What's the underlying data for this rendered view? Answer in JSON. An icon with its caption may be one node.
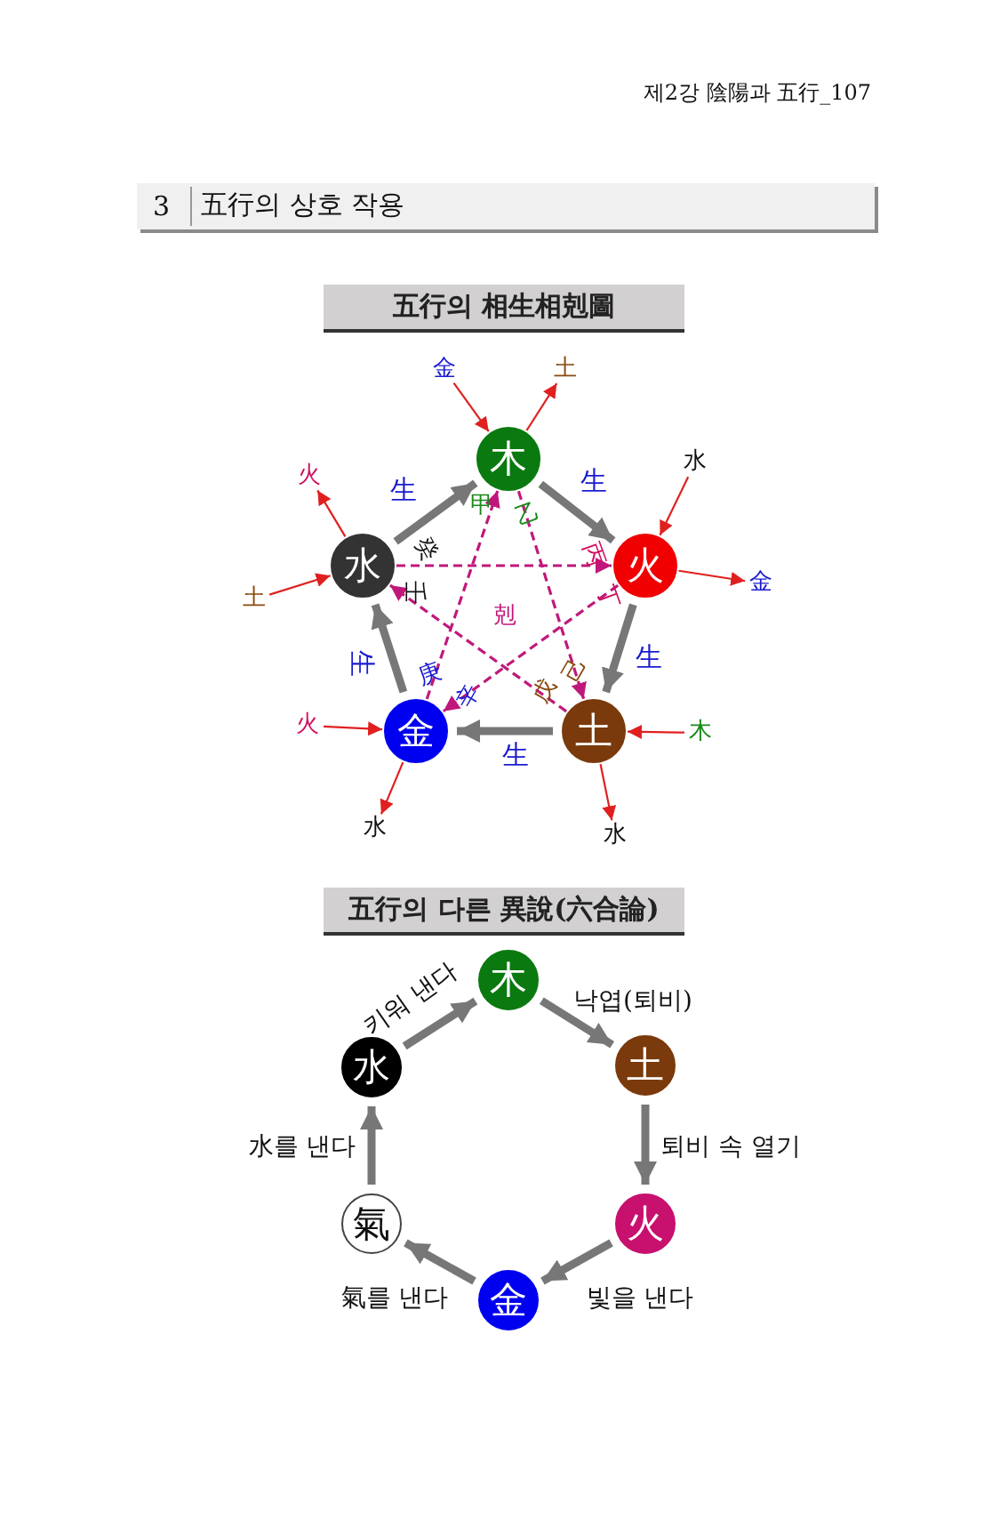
{
  "diagram": {
    "nodes": [
      {
        "text": [
          "木"
        ]
      },
      {
        "text": [
          "火"
        ]
      },
      {
        "text": [
          "土"
        ]
      },
      {
        "text": [
          "金"
        ]
      },
      {
        "text": [
          "水"
        ]
      },
      {
        "text": [
          "金"
        ]
      },
      {
        "text": [
          "土"
        ]
      },
      {
        "text": [
          "水"
        ]
      },
      {
        "text": [
          "金"
        ]
      },
      {
        "text": [
          "木"
        ]
      },
      {
        "text": [
          "水"
        ]
      },
      {
        "text": [
          "火"
        ]
      },
      {
        "text": [
          "水"
        ]
      },
      {
        "text": [
          "土"
        ]
      },
      {
        "text": [
          "火"
        ]
      },
      {
        "text": [
          "木"
        ]
      },
      {
        "text": [
          "水"
        ]
      },
      {
        "text": [
          "土"
        ]
      },
      {
        "text": [
          "氣"
        ]
      },
      {
        "text": [
          "火"
        ]
      },
      {
        "text": [
          "金"
        ]
      }
    ],
    "edges": [
      {
        "from": 0,
        "to": 1,
        "arrow": "to",
        "label": "生",
        "style": "thick"
      },
      {
        "from": 1,
        "to": 2,
        "arrow": "to",
        "label": "生",
        "style": "thick"
      },
      {
        "from": 2,
        "to": 3,
        "arrow": "to",
        "label": "生",
        "style": "thick"
      },
      {
        "from": 3,
        "to": 4,
        "arrow": "to",
        "label": "生",
        "style": "thick"
      },
      {
        "from": 4,
        "to": 0,
        "arrow": "to",
        "label": "生",
        "style": "thick"
      },
      {
        "from": 4,
        "to": 1,
        "arrow": "to",
        "style": "dashed",
        "color": "#c0187a"
      },
      {
        "from": 0,
        "to": 2,
        "arrow": "to",
        "style": "dashed",
        "color": "#c0187a"
      },
      {
        "from": 2,
        "to": 4,
        "arrow": "to",
        "style": "dashed",
        "color": "#c0187a"
      },
      {
        "from": 1,
        "to": 3,
        "arrow": "to",
        "style": "dashed",
        "color": "#c0187a"
      },
      {
        "from": 3,
        "to": 0,
        "arrow": "to",
        "style": "dashed",
        "color": "#c0187a"
      },
      {
        "from": 5,
        "to": 0,
        "arrow": "to",
        "color": "#e02020"
      },
      {
        "from": 0,
        "to": 6,
        "arrow": "to",
        "color": "#e02020"
      },
      {
        "from": 7,
        "to": 1,
        "arrow": "to",
        "color": "#e02020"
      },
      {
        "from": 1,
        "to": 8,
        "arrow": "to",
        "color": "#e02020"
      },
      {
        "from": 9,
        "to": 2,
        "arrow": "to",
        "color": "#e02020"
      },
      {
        "from": 2,
        "to": 10,
        "arrow": "to",
        "color": "#e02020"
      },
      {
        "from": 11,
        "to": 3,
        "arrow": "to",
        "color": "#e02020"
      },
      {
        "from": 3,
        "to": 12,
        "arrow": "to",
        "color": "#e02020"
      },
      {
        "from": 13,
        "to": 4,
        "arrow": "to",
        "color": "#e02020"
      },
      {
        "from": 4,
        "to": 14,
        "arrow": "to",
        "color": "#e02020"
      },
      {
        "from": 16,
        "to": 15,
        "arrow": "to",
        "label": "키워 낸다",
        "style": "thick"
      },
      {
        "from": 15,
        "to": 17,
        "arrow": "to",
        "label": "낙엽(퇴비)",
        "style": "thick"
      },
      {
        "from": 17,
        "to": 19,
        "arrow": "to",
        "label": "퇴비 속 열기",
        "style": "thick"
      },
      {
        "from": 19,
        "to": 20,
        "arrow": "to",
        "label": "빛을 낸다",
        "style": "thick"
      },
      {
        "from": 20,
        "to": 18,
        "arrow": "to",
        "label": "氣를 낸다",
        "style": "thick"
      },
      {
        "from": 18,
        "to": 16,
        "arrow": "to",
        "label": "水를 낸다",
        "style": "thick"
      }
    ],
    "labels": [
      "제2강 陰陽과 五行_107",
      "3",
      "五行의 상호 작용",
      "五行의 相生相剋圖",
      "甲",
      "乙",
      "丙",
      "丁",
      "戊",
      "己",
      "庚",
      "辛",
      "壬",
      "癸",
      "剋",
      "五行의 다른 異說(六合論)"
    ]
  }
}
